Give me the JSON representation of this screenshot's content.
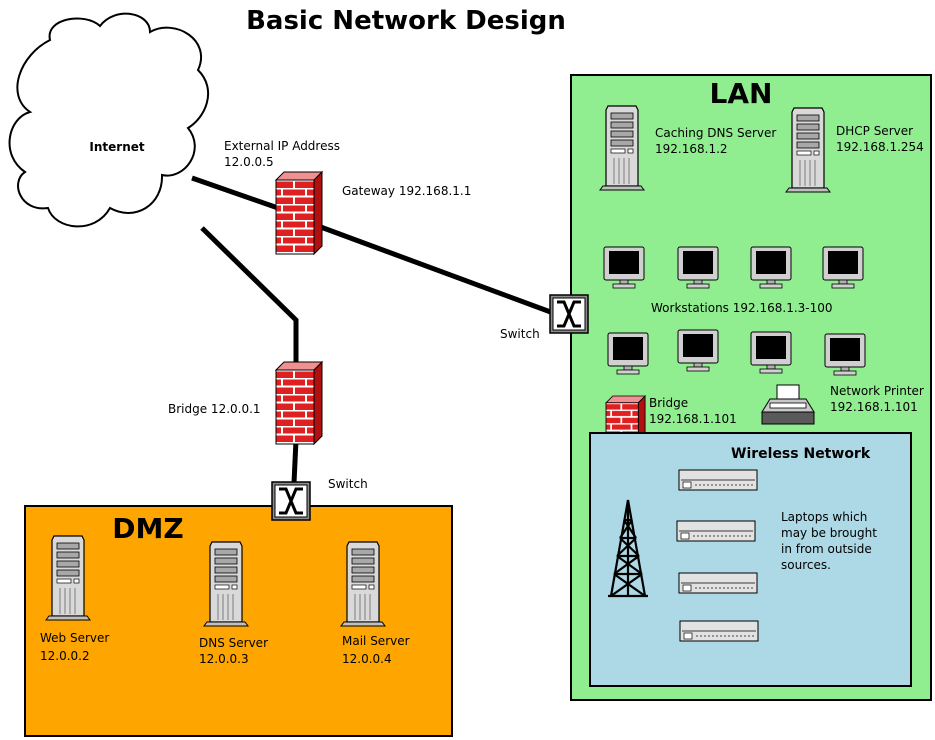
{
  "title": "Basic Network Design",
  "internet": {
    "label": "Internet"
  },
  "external": {
    "label": "External IP Address",
    "ip": "12.0.0.5"
  },
  "gateway": {
    "label": "Gateway 192.168.1.1"
  },
  "bridge_dmz": {
    "label": "Bridge 12.0.0.1"
  },
  "switch_dmz": {
    "label": "Switch"
  },
  "switch_lan": {
    "label": "Switch"
  },
  "dmz": {
    "label": "DMZ",
    "servers": [
      {
        "name": "Web Server",
        "ip": "12.0.0.2"
      },
      {
        "name": "DNS Server",
        "ip": "12.0.0.3"
      },
      {
        "name": "Mail Server",
        "ip": "12.0.0.4"
      }
    ]
  },
  "lan": {
    "label": "LAN",
    "caching_dns": {
      "name": "Caching DNS Server",
      "ip": "192.168.1.2"
    },
    "dhcp": {
      "name": "DHCP Server",
      "ip": "192.168.1.254"
    },
    "workstations": {
      "label": "Workstations 192.168.1.3-100"
    },
    "printer": {
      "name": "Network Printer",
      "ip": "192.168.1.101"
    },
    "bridge": {
      "name": "Bridge",
      "ip": "192.168.1.101"
    }
  },
  "wireless": {
    "label": "Wireless Network",
    "laptops_note": [
      "Laptops which",
      "may be brought",
      "in from outside",
      "sources."
    ]
  },
  "colors": {
    "dmz_fill": "#ffa500",
    "lan_fill": "#90ee90",
    "wireless_fill": "#add8e6",
    "firewall_red": "#e02020"
  },
  "icons": [
    "cloud-icon",
    "firewall-icon",
    "switch-icon",
    "server-icon",
    "monitor-icon",
    "printer-icon",
    "laptop-icon",
    "antenna-tower-icon"
  ]
}
